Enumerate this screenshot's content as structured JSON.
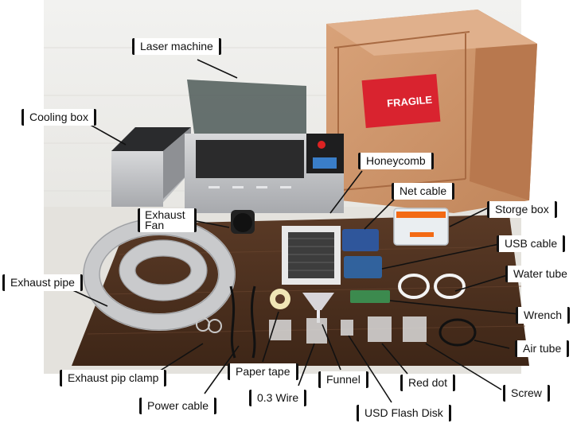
{
  "crate": {
    "fragile_text": "FRAGILE"
  },
  "labels": {
    "laser_machine": "Laser machine",
    "cooling_box": "Cooling box",
    "honeycomb": "Honeycomb",
    "net_cable": "Net cable",
    "storge_box": "Storge box",
    "exhaust_fan": "Exhaust Fan",
    "usb_cable": "USB cable",
    "exhaust_pipe": "Exhaust pipe",
    "water_tube": "Water tube",
    "wrench": "Wrench",
    "air_tube": "Air tube",
    "exhaust_pip_clamp": "Exhaust pip clamp",
    "paper_tape": "Paper tape",
    "screw": "Screw",
    "red_dot": "Red dot",
    "funnel": "Funnel",
    "wire": "0.3 Wire",
    "power_cable": "Power cable",
    "usd_flash_disk": "USD Flash Disk"
  }
}
